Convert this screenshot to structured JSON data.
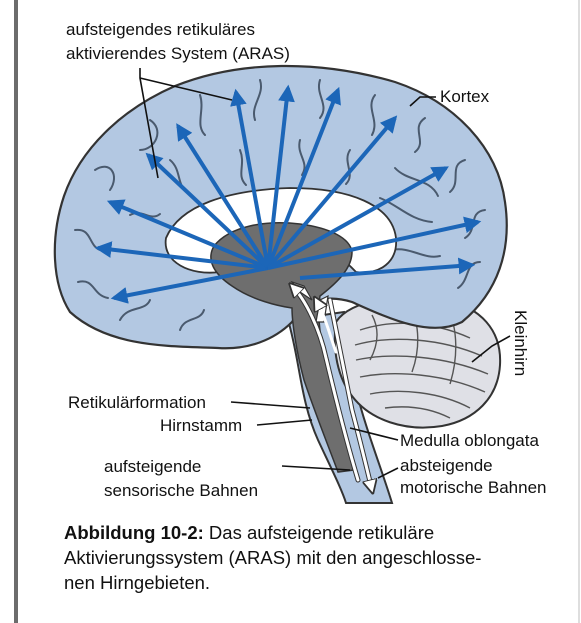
{
  "labels": {
    "aras_line1": "aufsteigendes retikuläres",
    "aras_line2": "aktivierendes System (ARAS)",
    "kortex": "Kortex",
    "kleinhirn": "Kleinhirn",
    "retikularformation": "Retikulärformation",
    "hirnstamm": "Hirnstamm",
    "medulla": "Medulla oblongata",
    "aufsteigende_line1": "aufsteigende",
    "aufsteigende_line2": "sensorische Bahnen",
    "absteigende_line1": "absteigende",
    "absteigende_line2": "motorische Bahnen"
  },
  "caption": {
    "figure_ref": "Abbildung 10-2:",
    "line1_rest": " Das aufsteigende retikuläre",
    "line2": "Aktivierungssystem (ARAS) mit den angeschlosse-",
    "line3": "nen Hirngebieten."
  },
  "colors": {
    "cortex_fill": "#b3c8e2",
    "gyri_lines": "#4a5a6e",
    "thalamus_gray": "#6e6e6e",
    "arrow_blue": "#1c66b8",
    "cerebellum_fill": "#dfe0e6"
  }
}
